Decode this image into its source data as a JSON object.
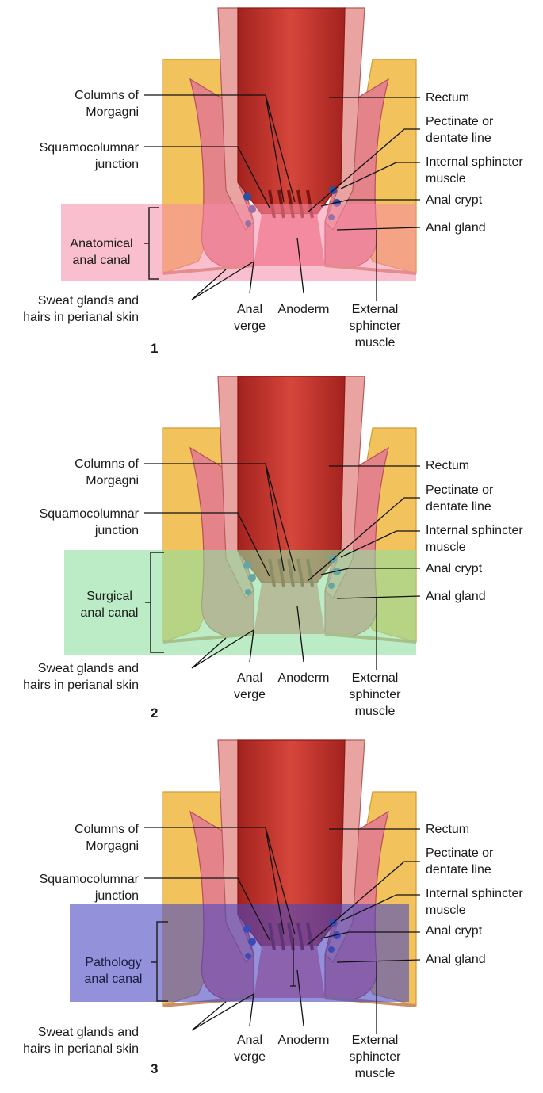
{
  "labels": {
    "columns_of_morgagni": [
      "Columns of",
      "Morgagni"
    ],
    "squamocolumnar_junction": [
      "Squamocolumnar",
      "junction"
    ],
    "sweat_glands": [
      "Sweat glands and",
      "hairs in perianal skin"
    ],
    "anal_verge": [
      "Anal",
      "verge"
    ],
    "anoderm": "Anoderm",
    "external_sphincter": [
      "External",
      "sphincter",
      "muscle"
    ],
    "rectum": "Rectum",
    "pectinate_line": [
      "Pectinate or",
      "dentate line"
    ],
    "internal_sphincter": [
      "Internal sphincter",
      "muscle"
    ],
    "anal_crypt": "Anal crypt",
    "anal_gland": "Anal gland"
  },
  "panels": [
    {
      "number": "1",
      "region": [
        "Anatomical",
        "anal canal"
      ],
      "band_color": "#f58aa8"
    },
    {
      "number": "2",
      "region": [
        "Surgical",
        "anal canal"
      ],
      "band_color": "#8fe0a0"
    },
    {
      "number": "3",
      "region": [
        "Pathology",
        "anal canal"
      ],
      "band_color": "#4a48c0"
    }
  ],
  "colors": {
    "fat": "#f2c35c",
    "fat_cell": "#e2a63a",
    "muscle": "#e5838a",
    "rectum_lumen": "#c7302b",
    "rectum_wall": "#e9a3a0",
    "mucosa": "#f09aa0",
    "gland": "#2a4fa8"
  }
}
